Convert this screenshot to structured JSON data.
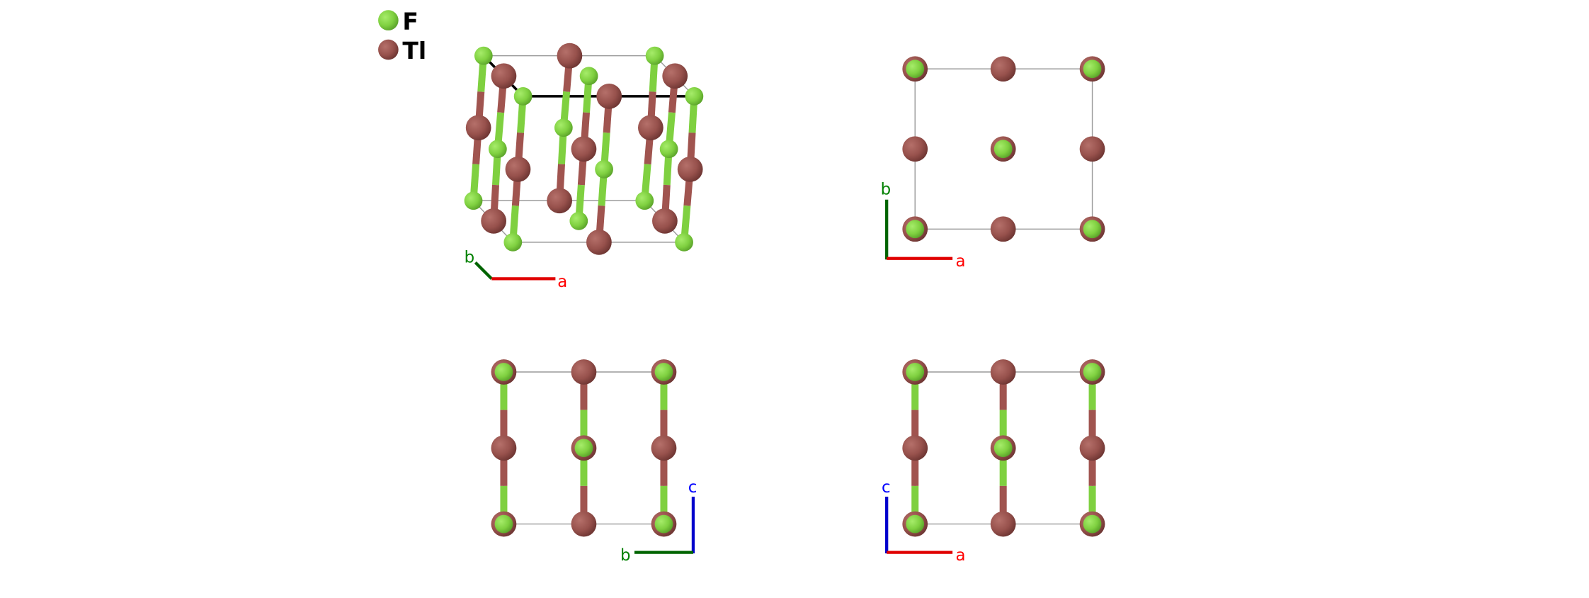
{
  "legend": [
    {
      "element": "F",
      "color": "#7fd040"
    },
    {
      "element": "Tl",
      "color": "#a0544f"
    }
  ],
  "colors": {
    "F": "#7fd040",
    "Tl": "#a0544f",
    "axis_a": "#e00000",
    "axis_b": "#006400",
    "axis_c": "#0000cc",
    "cell": "#999999"
  },
  "views": [
    {
      "name": "perspective",
      "axes": [
        "b",
        "a"
      ]
    },
    {
      "name": "ab-projection",
      "axes": [
        "b",
        "a"
      ]
    },
    {
      "name": "bc-projection",
      "axes": [
        "c",
        "b"
      ]
    },
    {
      "name": "ac-projection",
      "axes": [
        "c",
        "a"
      ]
    }
  ]
}
